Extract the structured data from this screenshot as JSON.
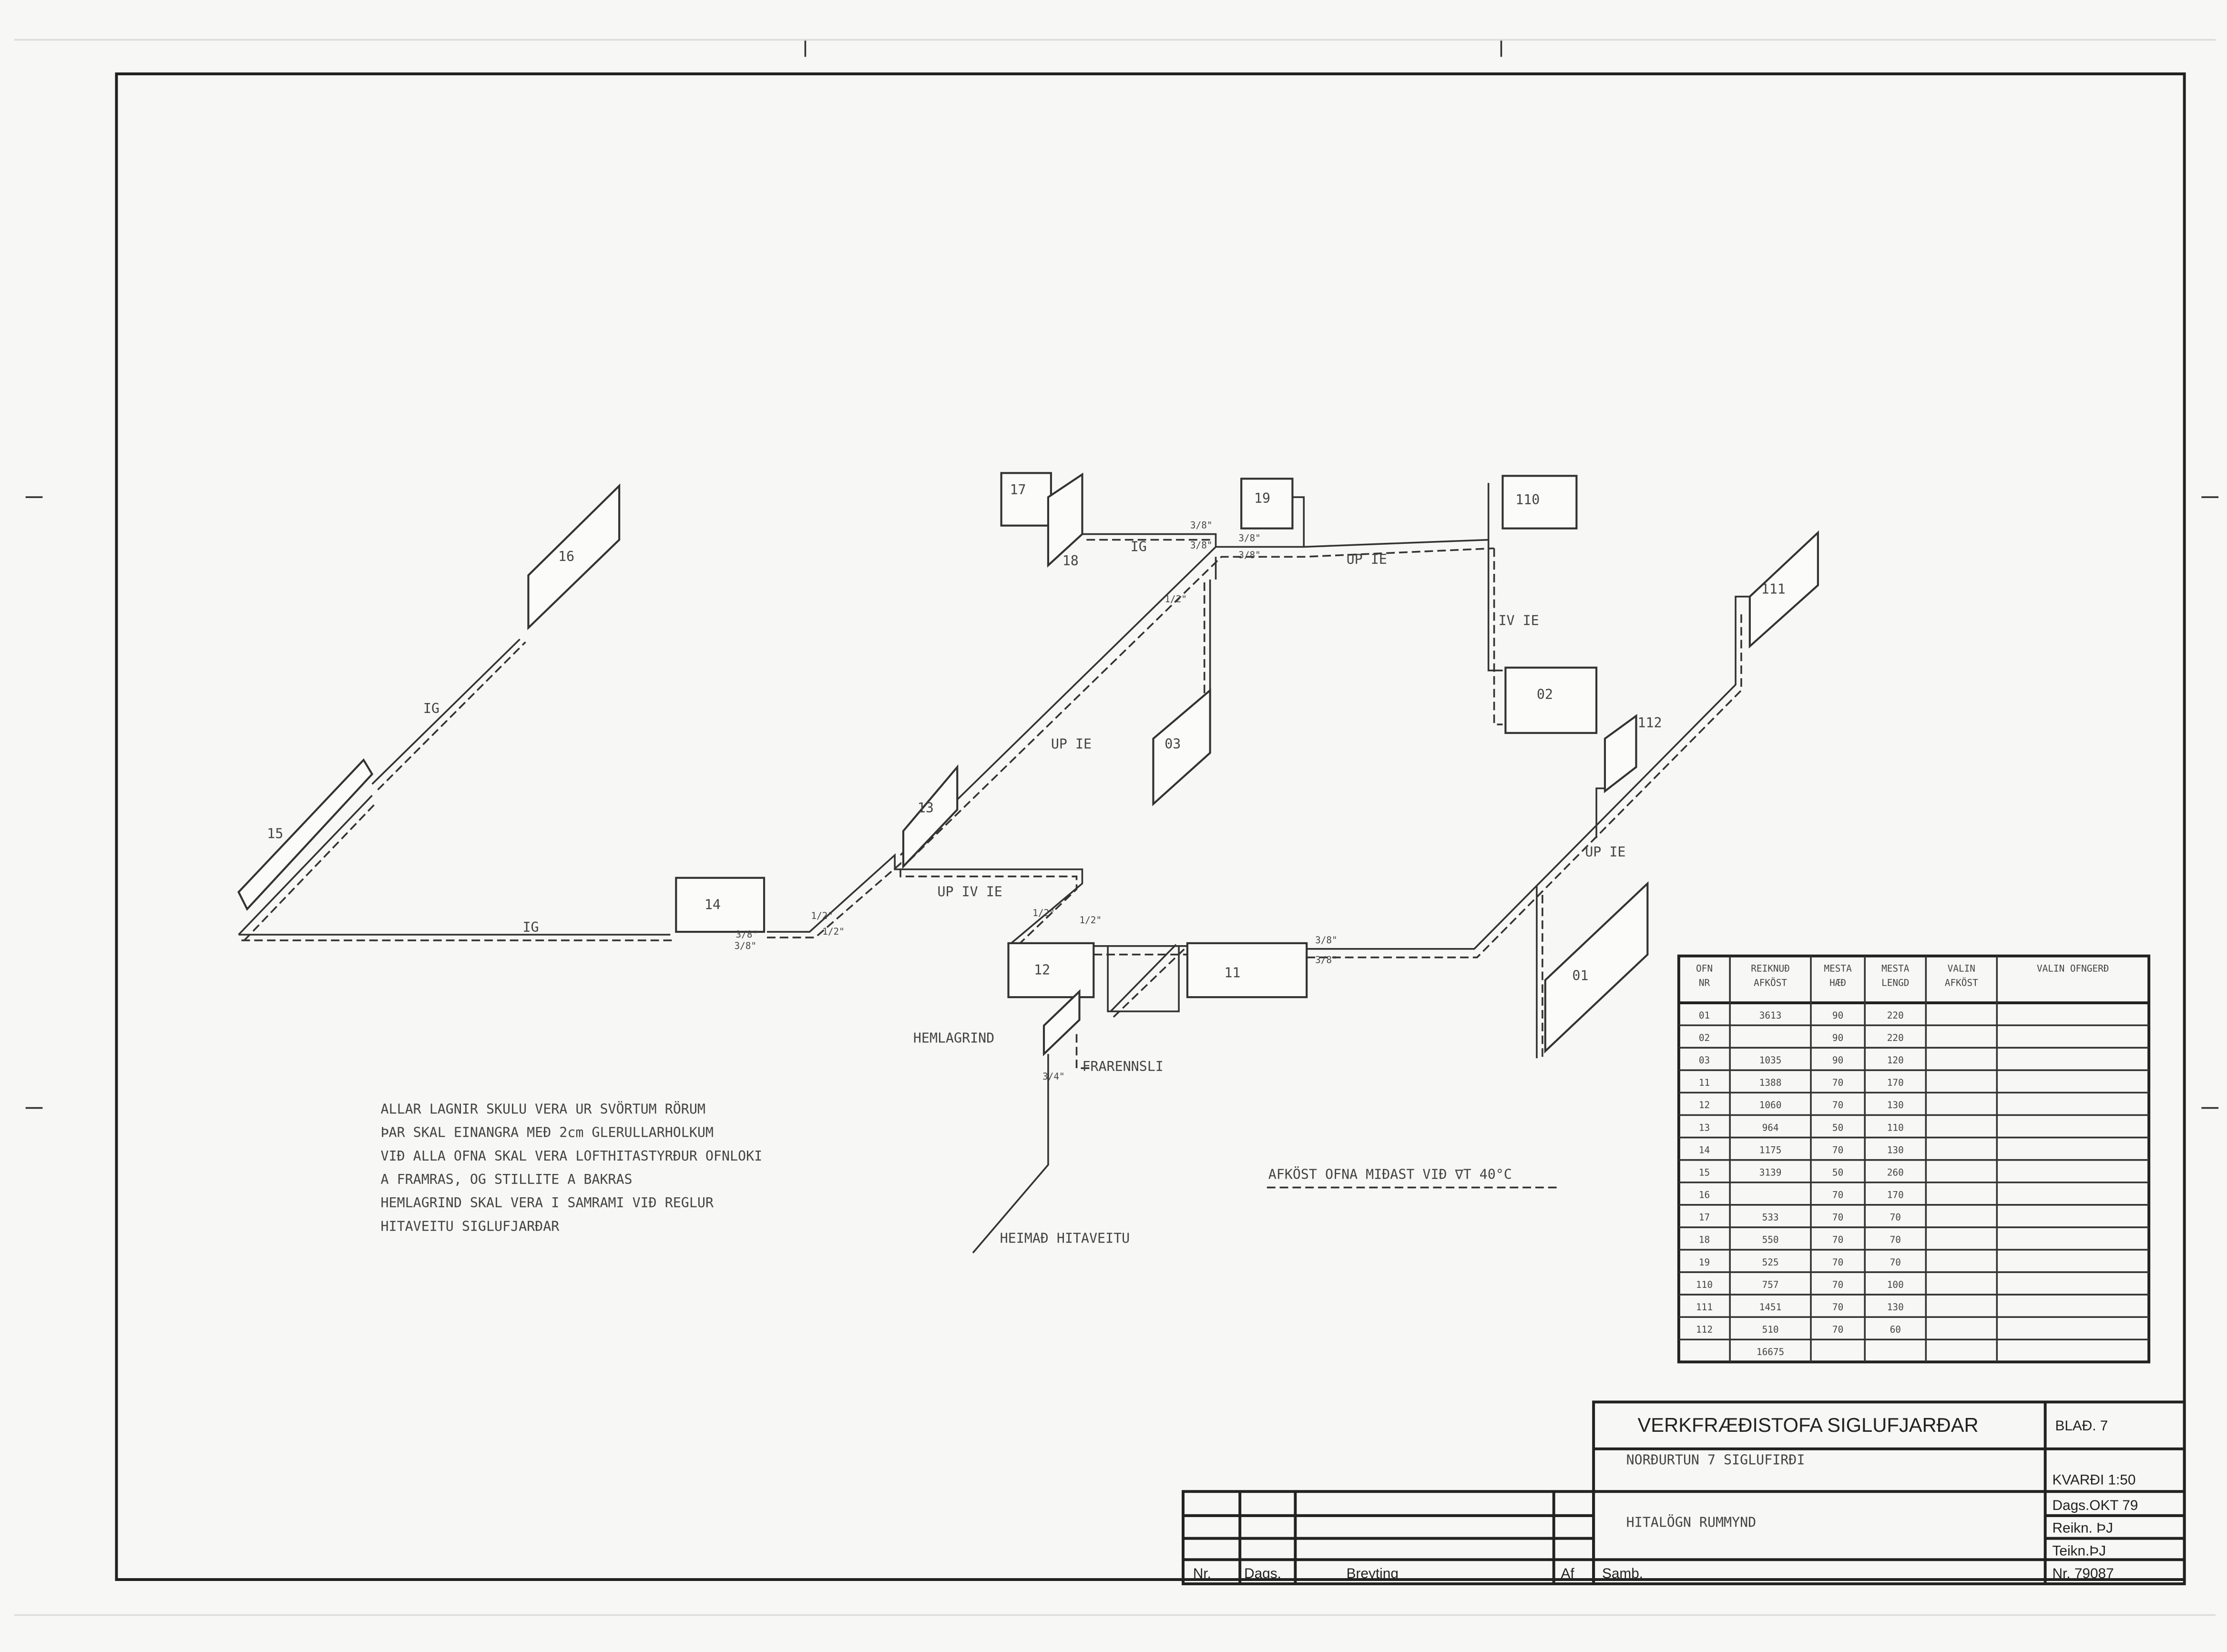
{
  "radiators": {
    "r15": "15",
    "r16": "16",
    "r14": "14",
    "r13": "13",
    "r17": "17",
    "r18": "18",
    "r19": "19",
    "r110": "110",
    "r02": "02",
    "r03": "03",
    "r111": "111",
    "r112": "112",
    "r12": "12",
    "r11": "11",
    "r01": "01"
  },
  "pipe_labels": {
    "ig_1": "IG",
    "ig_2": "IG",
    "ig_3": "IG",
    "up_ie_1": "UP IE",
    "up_ie_2": "UP IE",
    "up_ie_3": "UP IE",
    "up_iv_ie": "UP IV IE",
    "iv_ie": "IV IE",
    "size_3_8": "3/8\"",
    "size_1_2": "1/2\"",
    "size_3_4": "3/4\""
  },
  "annotations": {
    "hemlagrind": "HEMLAGRIND",
    "frarennsli": "FRARENNSLI",
    "heimad": "HEIMAÐ HITAVEITU",
    "afkost_note": "AFKÖST OFNA MIÐAST VIÐ ∇T 40°C"
  },
  "notes": [
    "ALLAR LAGNIR SKULU VERA UR SVÖRTUM RÖRUM",
    "ÞAR SKAL EINANGRA MEÐ 2cm GLERULLARHOLKUM",
    "VIÐ ALLA OFNA SKAL VERA LOFTHITASTYRÐUR OFNLOKI",
    "A FRAMRAS, OG STILLITE A BAKRAS",
    "HEMLAGRIND SKAL VERA I SAMRAMI VIÐ REGLUR",
    "HITAVEITU SIGLUFJARÐAR"
  ],
  "table": {
    "headers": [
      [
        "OFN",
        "NR"
      ],
      [
        "REIKNUÐ",
        "AFKÖST"
      ],
      [
        "MESTA",
        "HÆÐ"
      ],
      [
        "MESTA",
        "LENGD"
      ],
      [
        "VALIN",
        "AFKÖST"
      ],
      [
        "VALIN OFNGERÐ",
        ""
      ]
    ],
    "rows": [
      [
        "01",
        "3613",
        "90",
        "220",
        "",
        ""
      ],
      [
        "02",
        "",
        "90",
        "220",
        "",
        ""
      ],
      [
        "03",
        "1035",
        "90",
        "120",
        "",
        ""
      ],
      [
        "11",
        "1388",
        "70",
        "170",
        "",
        ""
      ],
      [
        "12",
        "1060",
        "70",
        "130",
        "",
        ""
      ],
      [
        "13",
        "964",
        "50",
        "110",
        "",
        ""
      ],
      [
        "14",
        "1175",
        "70",
        "130",
        "",
        ""
      ],
      [
        "15",
        "3139",
        "50",
        "260",
        "",
        ""
      ],
      [
        "16",
        "",
        "70",
        "170",
        "",
        ""
      ],
      [
        "17",
        "533",
        "70",
        "70",
        "",
        ""
      ],
      [
        "18",
        "550",
        "70",
        "70",
        "",
        ""
      ],
      [
        "19",
        "525",
        "70",
        "70",
        "",
        ""
      ],
      [
        "110",
        "757",
        "70",
        "100",
        "",
        ""
      ],
      [
        "111",
        "1451",
        "70",
        "130",
        "",
        ""
      ],
      [
        "112",
        "510",
        "70",
        "60",
        "",
        ""
      ],
      [
        "",
        "16675",
        "",
        "",
        "",
        ""
      ]
    ]
  },
  "title_block": {
    "firm": "VERKFRÆÐISTOFA SIGLUFJARÐAR",
    "project": "NORÐURTUN 7  SIGLUFIRÐI",
    "drawing": "HITALÖGN  RUMMYND",
    "blad": "BLAÐ. 7",
    "kvardi": "KVARÐI 1:50",
    "dags": "Dags.OKT 79",
    "reikn": "Reikn. ÞJ",
    "teikn": "Teikn.ÞJ",
    "nr": "Nr. 79087",
    "rev_nr": "Nr.",
    "rev_dags": "Dags.",
    "rev_breyting": "Breyting",
    "rev_af": "Af",
    "samp": "Samþ."
  }
}
